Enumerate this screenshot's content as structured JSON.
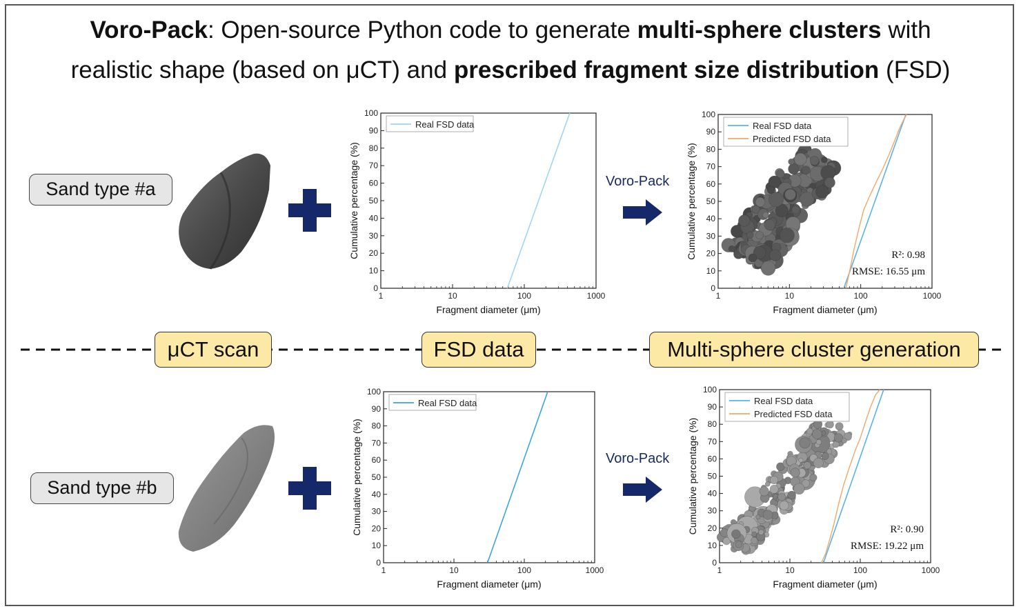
{
  "title": {
    "line1_b1": "Voro-Pack",
    "line1_t1": ": Open-source Python code to generate ",
    "line1_b2": "multi-sphere clusters",
    "line1_t2": " with",
    "line2_t1": "realistic shape (based on μCT) and ",
    "line2_b1": "prescribed fragment size distribution",
    "line2_t2": " (FSD)"
  },
  "rows": [
    {
      "sand_label": "Sand type #a"
    },
    {
      "sand_label": "Sand type #b"
    }
  ],
  "stages": [
    "μCT scan",
    "FSD data",
    "Multi-sphere cluster generation"
  ],
  "arrow_label": "Voro-Pack",
  "colors": {
    "navy": "#14286a",
    "stage_fill": "#fde9a6",
    "real_line": "#5ab3e6",
    "pred_line": "#f0a868",
    "particle": "#4a4a4a"
  },
  "chart_data": [
    {
      "type": "line",
      "xlabel": "Fragment diameter (μm)",
      "ylabel": "Cumulative percentage (%)",
      "xscale": "log",
      "xlim": [
        1,
        1000
      ],
      "ylim": [
        0,
        100
      ],
      "xticks": [
        "1",
        "10",
        "100",
        "1000"
      ],
      "yticks": [
        "0",
        "10",
        "20",
        "30",
        "40",
        "50",
        "60",
        "70",
        "80",
        "90",
        "100"
      ],
      "legend": "top-left",
      "series": [
        {
          "name": "Real FSD data",
          "color": "#9fd6f2",
          "points": [
            [
              58,
              0
            ],
            [
              430,
              100
            ]
          ]
        }
      ]
    },
    {
      "type": "line",
      "xlabel": "Fragment diameter (μm)",
      "ylabel": "Cumulative percentage (%)",
      "xscale": "log",
      "xlim": [
        1,
        1000
      ],
      "ylim": [
        0,
        100
      ],
      "xticks": [
        "1",
        "10",
        "100",
        "1000"
      ],
      "yticks": [
        "0",
        "10",
        "20",
        "30",
        "40",
        "50",
        "60",
        "70",
        "80",
        "90",
        "100"
      ],
      "legend": "top-left",
      "annotations": [
        "R²: 0.98",
        "RMSE: 16.55 μm"
      ],
      "series": [
        {
          "name": "Real FSD data",
          "color": "#5ab3e6",
          "points": [
            [
              58,
              0
            ],
            [
              430,
              100
            ]
          ]
        },
        {
          "name": "Predicted FSD data",
          "color": "#f0a868",
          "points": [
            [
              62,
              0
            ],
            [
              70,
              10
            ],
            [
              80,
              22
            ],
            [
              95,
              35
            ],
            [
              110,
              45
            ],
            [
              130,
              52
            ],
            [
              160,
              60
            ],
            [
              200,
              68
            ],
            [
              250,
              77
            ],
            [
              300,
              85
            ],
            [
              350,
              92
            ],
            [
              400,
              97
            ],
            [
              440,
              100
            ]
          ]
        }
      ]
    },
    {
      "type": "line",
      "xlabel": "Fragment diameter (μm)",
      "ylabel": "Cumulative percentage (%)",
      "xscale": "log",
      "xlim": [
        1,
        1000
      ],
      "ylim": [
        0,
        100
      ],
      "xticks": [
        "1",
        "10",
        "100",
        "1000"
      ],
      "yticks": [
        "0",
        "10",
        "20",
        "30",
        "40",
        "50",
        "60",
        "70",
        "80",
        "90",
        "100"
      ],
      "legend": "top-left",
      "series": [
        {
          "name": "Real FSD data",
          "color": "#3aa4e0",
          "points": [
            [
              30,
              0
            ],
            [
              215,
              100
            ]
          ]
        }
      ]
    },
    {
      "type": "line",
      "xlabel": "Fragment diameter (μm)",
      "ylabel": "Cumulative percentage (%)",
      "xscale": "log",
      "xlim": [
        1,
        1000
      ],
      "ylim": [
        0,
        100
      ],
      "xticks": [
        "1",
        "10",
        "100",
        "1000"
      ],
      "yticks": [
        "0",
        "10",
        "20",
        "30",
        "40",
        "50",
        "60",
        "70",
        "80",
        "90",
        "100"
      ],
      "legend": "top-left",
      "annotations": [
        "R²: 0.90",
        "RMSE: 19.22 μm"
      ],
      "series": [
        {
          "name": "Real FSD data",
          "color": "#5ab3e6",
          "points": [
            [
              30,
              0
            ],
            [
              215,
              100
            ]
          ]
        },
        {
          "name": "Predicted FSD data",
          "color": "#f0a868",
          "points": [
            [
              28,
              0
            ],
            [
              32,
              5
            ],
            [
              36,
              12
            ],
            [
              42,
              22
            ],
            [
              50,
              35
            ],
            [
              58,
              45
            ],
            [
              70,
              55
            ],
            [
              85,
              65
            ],
            [
              100,
              72
            ],
            [
              120,
              82
            ],
            [
              140,
              90
            ],
            [
              165,
              97
            ],
            [
              190,
              100
            ]
          ]
        }
      ]
    }
  ]
}
